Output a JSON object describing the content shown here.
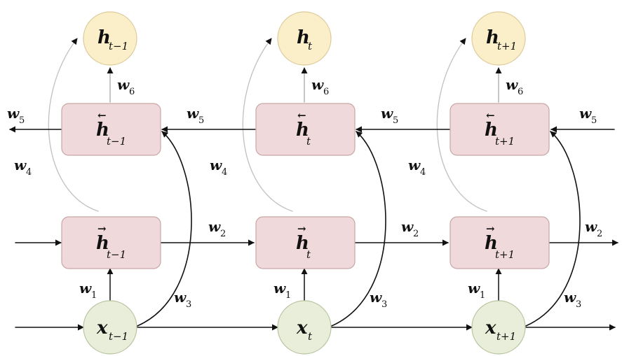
{
  "colors": {
    "hidden_box_fill": "#f0d9da",
    "hidden_box_stroke": "#c9a6a6",
    "output_fill": "#fbefca",
    "output_stroke": "#dcc99a",
    "input_fill": "#e8eed9",
    "input_stroke": "#b7c39e",
    "arrow_dark": "#111111",
    "arrow_light": "#b8b8b8"
  },
  "timesteps": [
    {
      "input": {
        "base": "x",
        "sub": "t−1"
      },
      "forward": {
        "base": "h",
        "sub": "t−1",
        "mark": "→"
      },
      "backward": {
        "base": "h",
        "sub": "t−1",
        "mark": "←"
      },
      "output": {
        "base": "h",
        "sub": "t−1"
      }
    },
    {
      "input": {
        "base": "x",
        "sub": "t"
      },
      "forward": {
        "base": "h",
        "sub": "t",
        "mark": "→"
      },
      "backward": {
        "base": "h",
        "sub": "t",
        "mark": "←"
      },
      "output": {
        "base": "h",
        "sub": "t"
      }
    },
    {
      "input": {
        "base": "x",
        "sub": "t+1"
      },
      "forward": {
        "base": "h",
        "sub": "t+1",
        "mark": "→"
      },
      "backward": {
        "base": "h",
        "sub": "t+1",
        "mark": "←"
      },
      "output": {
        "base": "h",
        "sub": "t+1"
      }
    }
  ],
  "weights": {
    "w1": {
      "base": "w",
      "sub": "1"
    },
    "w2": {
      "base": "w",
      "sub": "2"
    },
    "w3": {
      "base": "w",
      "sub": "3"
    },
    "w4": {
      "base": "w",
      "sub": "4"
    },
    "w5": {
      "base": "w",
      "sub": "5"
    },
    "w6": {
      "base": "w",
      "sub": "6"
    }
  }
}
